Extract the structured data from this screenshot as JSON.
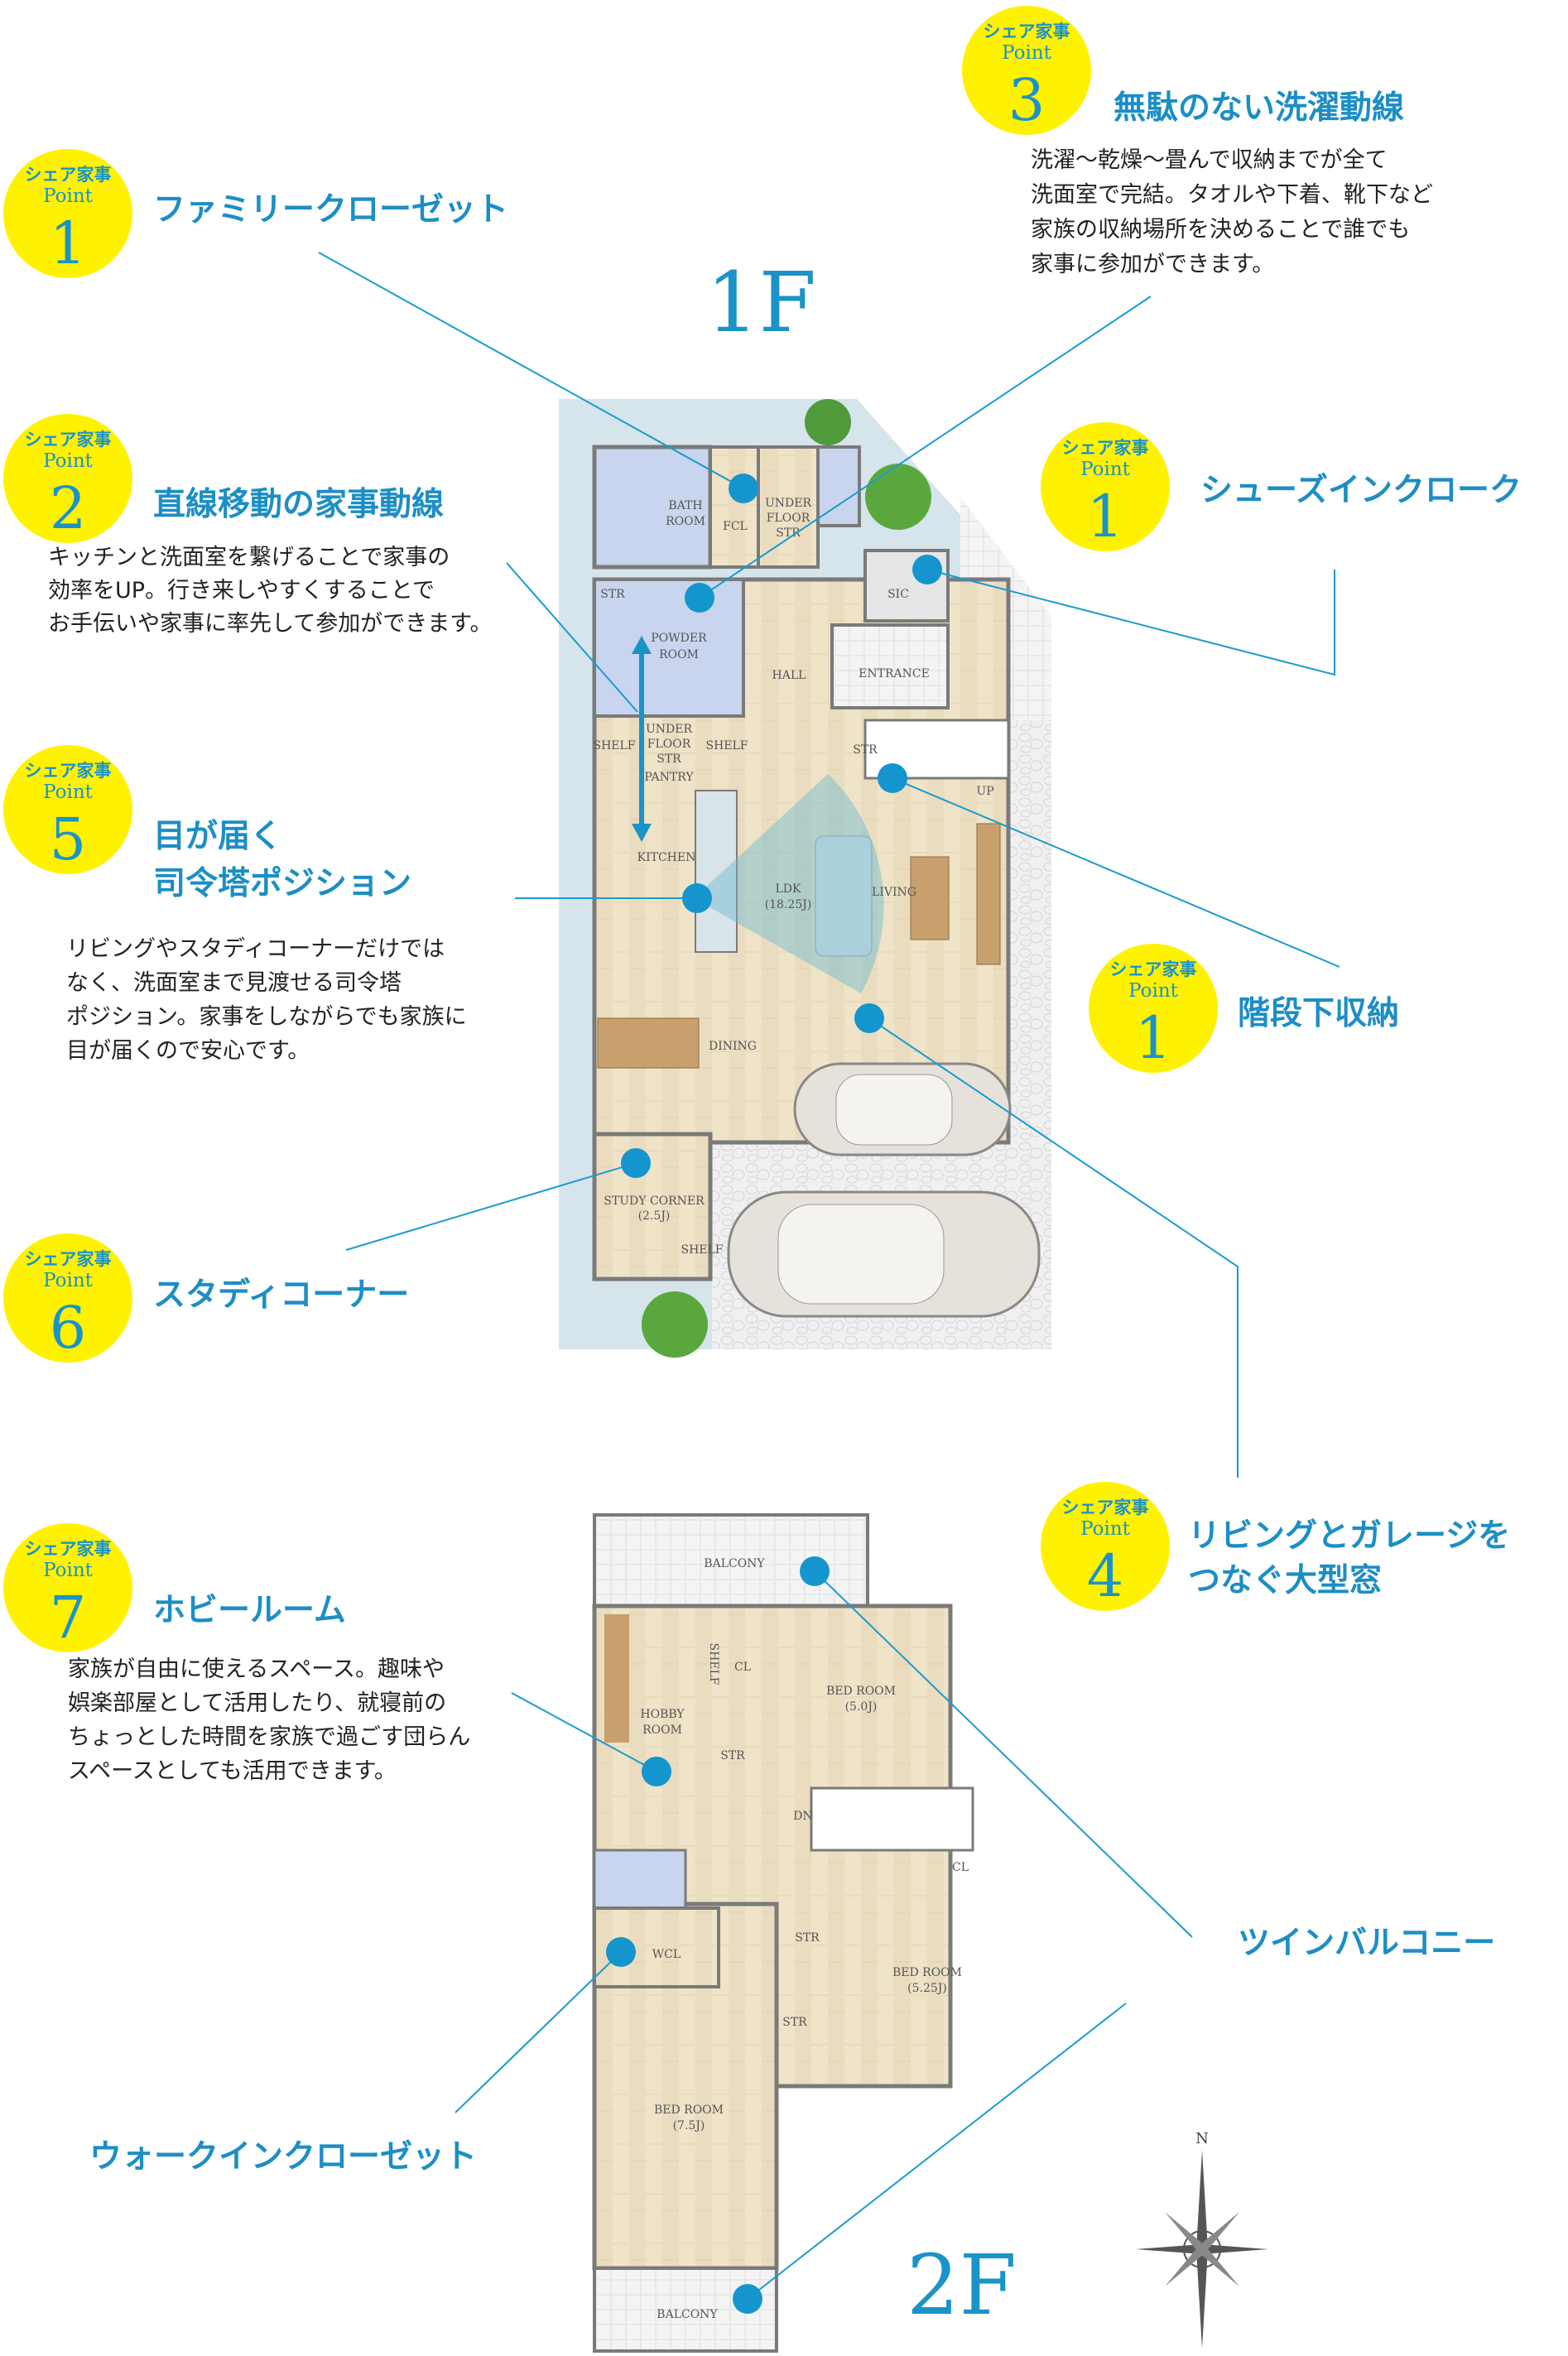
{
  "floors": {
    "first": "1F",
    "second": "2F"
  },
  "badge": {
    "line1": "シェア家事",
    "line2": "Point"
  },
  "callouts": {
    "family_closet": {
      "num": "1",
      "title": "ファミリークローゼット"
    },
    "linear_flow": {
      "num": "2",
      "title": "直線移動の家事動線",
      "lines": [
        "キッチンと洗面室を繋げることで家事の",
        "効率をUP。行き来しやすくすることで",
        "お手伝いや家事に率先して参加ができます。"
      ]
    },
    "laundry_flow": {
      "num": "3",
      "title": "無駄のない洗濯動線",
      "lines": [
        "洗濯〜乾燥〜畳んで収納までが全て",
        "洗面室で完結。タオルや下着、靴下など",
        "家族の収納場所を決めることで誰でも",
        "家事に参加ができます。"
      ]
    },
    "shoes_in": {
      "num": "1",
      "title": "シューズインクローク"
    },
    "command_tower": {
      "num": "5",
      "title_line1": "目が届く",
      "title_line2": "司令塔ポジション",
      "lines": [
        "リビングやスタディコーナーだけでは",
        "なく、洗面室まで見渡せる司令塔",
        "ポジション。家事をしながらでも家族に",
        "目が届くので安心です。"
      ]
    },
    "under_stairs": {
      "num": "1",
      "title": "階段下収納"
    },
    "study_corner": {
      "num": "6",
      "title": "スタディコーナー"
    },
    "big_window": {
      "num": "4",
      "title_line1": "リビングとガレージを",
      "title_line2": "つなぐ大型窓"
    },
    "hobby_room": {
      "num": "7",
      "title": "ホビールーム",
      "lines": [
        "家族が自由に使えるスペース。趣味や",
        "娯楽部屋として活用したり、就寝前の",
        "ちょっとした時間を家族で過ごす団らん",
        "スペースとしても活用できます。"
      ]
    },
    "twin_balcony": {
      "title": "ツインバルコニー"
    },
    "walk_in": {
      "title": "ウォークインクローゼット"
    }
  },
  "rooms_1f": {
    "bath": [
      "BATH",
      "ROOM"
    ],
    "fcl": "FCL",
    "under_floor_top": [
      "UNDER",
      "FLOOR",
      "STR"
    ],
    "str_left": "STR",
    "powder": [
      "POWDER",
      "ROOM"
    ],
    "hall": "HALL",
    "sic": "SIC",
    "entrance": "ENTRANCE",
    "shelf_left": "SHELF",
    "under_floor_mid": [
      "UNDER",
      "FLOOR",
      "STR"
    ],
    "shelf_mid": "SHELF",
    "pantry": "PANTRY",
    "str_stairs": "STR",
    "up": "UP",
    "kitchen": "KITCHEN",
    "ldk": [
      "LDK",
      "(18.25J)"
    ],
    "living": "LIVING",
    "dining": "DINING",
    "study": [
      "STUDY CORNER",
      "(2.5J)"
    ],
    "shelf_study": "SHELF"
  },
  "rooms_2f": {
    "balcony_top": "BALCONY",
    "shelf": "SHELF",
    "cl_top": "CL",
    "bed1": [
      "BED ROOM",
      "(5.0J)"
    ],
    "hobby": [
      "HOBBY",
      "ROOM"
    ],
    "str1": "STR",
    "dn": "DN",
    "cl_right": "CL",
    "wcl": "WCL",
    "str2": "STR",
    "bed2": [
      "BED ROOM",
      "(5.25J)"
    ],
    "str3": "STR",
    "bed3": [
      "BED ROOM",
      "(7.5J)"
    ],
    "balcony_bottom": "BALCONY"
  },
  "compass": "N",
  "colors": {
    "accent": "#1a93c9",
    "badge_fill": "#fff200",
    "floor_wood": "#efe3c8",
    "wet_area": "#c9d5ee",
    "stone": "#e6e6e6",
    "site": "#d6e4ec"
  }
}
